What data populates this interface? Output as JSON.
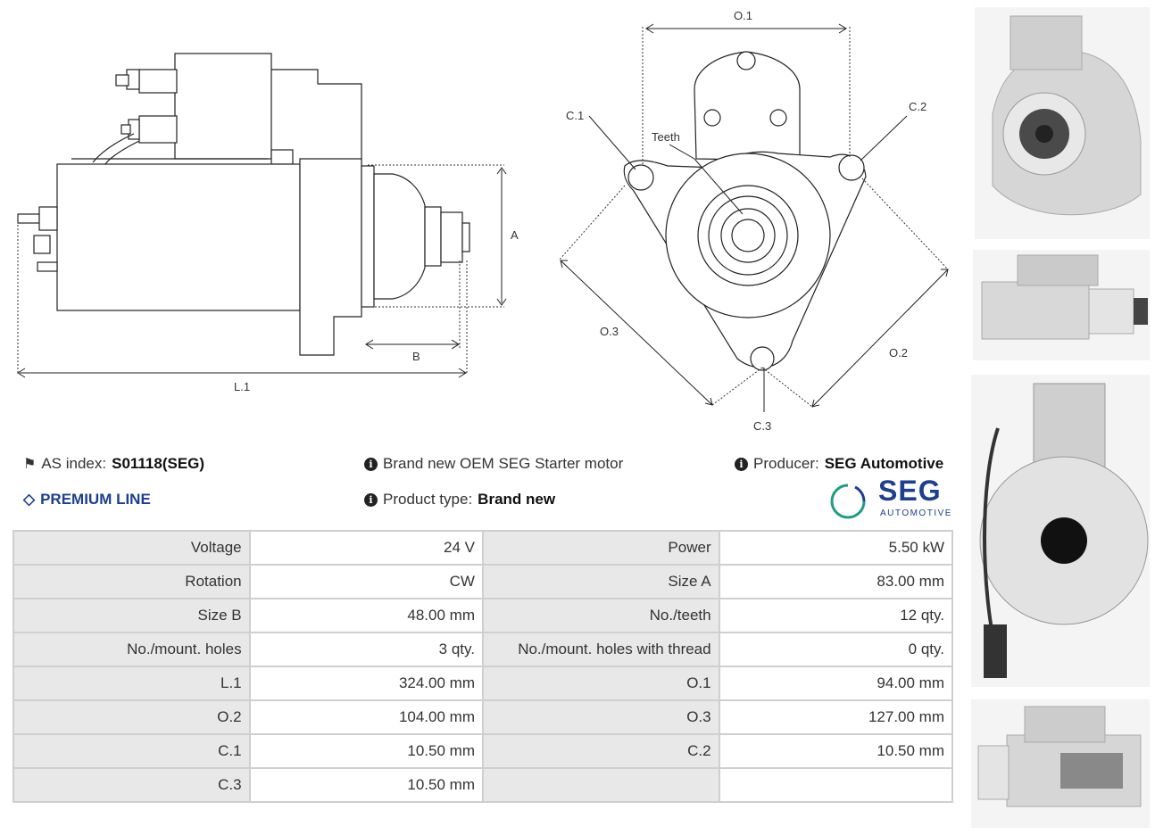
{
  "drawing_side": {
    "L1": "L.1",
    "A": "A",
    "B": "B"
  },
  "drawing_front": {
    "O1": "O.1",
    "O2": "O.2",
    "O3": "O.3",
    "C1": "C.1",
    "C2": "C.2",
    "C3": "C.3",
    "teeth": "Teeth"
  },
  "info": {
    "as_index_label": "AS index:",
    "as_index_value": "S01118(SEG)",
    "premium": "PREMIUM LINE",
    "description": "Brand new OEM SEG Starter motor",
    "product_type_label": "Product type:",
    "product_type_value": "Brand new",
    "producer_label": "Producer:",
    "producer_value": "SEG Automotive"
  },
  "logo": {
    "name": "SEG",
    "sub": "AUTOMOTIVE",
    "color": "#1d3f8f",
    "accent": "#1e9c84"
  },
  "specs": [
    [
      "Voltage",
      "24 V",
      "Power",
      "5.50 kW"
    ],
    [
      "Rotation",
      "CW",
      "Size A",
      "83.00 mm"
    ],
    [
      "Size B",
      "48.00 mm",
      "No./teeth",
      "12 qty."
    ],
    [
      "No./mount. holes",
      "3 qty.",
      "No./mount. holes with thread",
      "0 qty."
    ],
    [
      "L.1",
      "324.00 mm",
      "O.1",
      "94.00 mm"
    ],
    [
      "O.2",
      "104.00 mm",
      "O.3",
      "127.00 mm"
    ],
    [
      "C.1",
      "10.50 mm",
      "C.2",
      "10.50 mm"
    ],
    [
      "C.3",
      "10.50 mm",
      "",
      ""
    ]
  ]
}
